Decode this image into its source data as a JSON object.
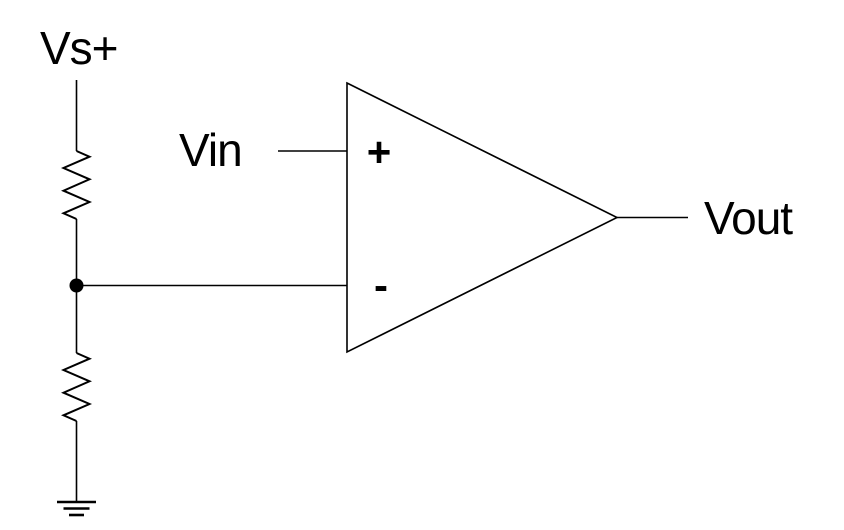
{
  "diagram": {
    "kind": "op-amp comparator with resistive voltage divider",
    "labels": {
      "supply": "Vs+",
      "input": "Vin",
      "output": "Vout",
      "plus_pin": "+",
      "minus_pin": "-"
    },
    "components": [
      "supply-label",
      "resistor-upper",
      "junction-dot",
      "resistor-lower",
      "ground-symbol",
      "opamp-triangle",
      "input-label",
      "output-label"
    ],
    "colors": {
      "line": "#000000",
      "background": "#ffffff"
    }
  }
}
